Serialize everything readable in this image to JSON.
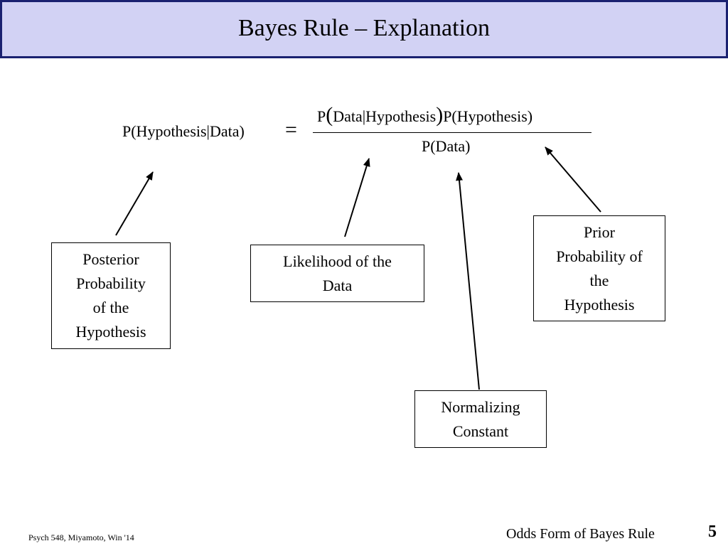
{
  "title": "Bayes Rule – Explanation",
  "equation": {
    "left": "P(Hypothesis|Data)",
    "equals": "=",
    "numerator_p": "P",
    "numerator_paren_open": "(",
    "numerator_inner": "Data|Hypothesis",
    "numerator_paren_close": ")",
    "numerator_prior": "P(Hypothesis)",
    "denominator": "P(Data)"
  },
  "labels": {
    "posterior": [
      "Posterior",
      "Probability",
      "of the",
      "Hypothesis"
    ],
    "likelihood": [
      "Likelihood of the",
      "Data"
    ],
    "prior": [
      "Prior",
      "Probability of",
      "the",
      "Hypothesis"
    ],
    "normalizing": [
      "Normalizing",
      "Constant"
    ]
  },
  "footer": {
    "course": "Psych 548, Miyamoto, Win '14",
    "next_topic": "Odds Form of Bayes Rule",
    "slide_number": "5"
  }
}
